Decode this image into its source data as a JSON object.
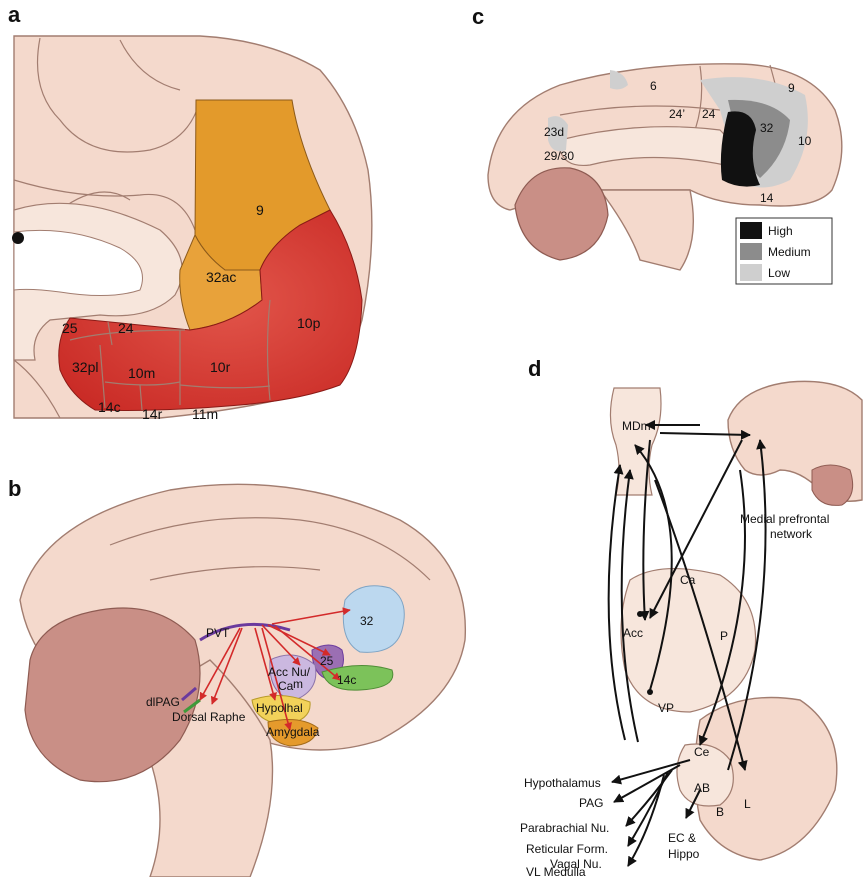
{
  "panels": {
    "a": {
      "label": "a",
      "regions": [
        "9",
        "32ac",
        "25",
        "24",
        "32pl",
        "10m",
        "10r",
        "10p",
        "14c",
        "14r",
        "11m"
      ]
    },
    "b": {
      "label": "b",
      "regions": {
        "pvt": "PVT",
        "r32": "32",
        "r25": "25",
        "r14c": "14c",
        "acc1": "Acc Nu/",
        "acc2": "m",
        "ca": "Ca",
        "hypothal": "Hypolhal",
        "amygdala": "Amygdala",
        "dlpag": "dlPAG",
        "raphe": "Dorsal Raphe"
      },
      "colors": {
        "arrows": "#d32a2a",
        "r32": "#bcd8ef",
        "r25": "#9b6fb3",
        "r14c": "#7cc25a",
        "hypothal": "#f2d25a",
        "amygdala": "#e59a2c",
        "accumbens": "#cbb8e0",
        "pvt": "#6a3a9e"
      }
    },
    "c": {
      "label": "c",
      "regions": {
        "r6": "6",
        "r9": "9",
        "r24p": "24’",
        "r24": "24",
        "r32": "32",
        "r23d": "23d",
        "r2930": "29/30",
        "r10": "10",
        "r14": "14"
      },
      "legend": [
        {
          "label": "High",
          "color": "#111111"
        },
        {
          "label": "Medium",
          "color": "#8c8c8c"
        },
        {
          "label": "Low",
          "color": "#cfcfcf"
        }
      ]
    },
    "d": {
      "label": "d",
      "regions": {
        "mdm": "MDm",
        "mpfc1": "Medial prefrontal",
        "mpfc2": "network",
        "ca": "Ca",
        "acc": "Acc",
        "p": "P",
        "vp": "VP",
        "ce": "Ce",
        "ab": "AB",
        "b": "B",
        "l": "L"
      },
      "targets": [
        "Hypothalamus",
        "PAG",
        "Parabrachial Nu.",
        "Reticular Form.",
        "Vagal Nu.",
        "VL Medulla"
      ],
      "ec1": "EC &",
      "ec2": "Hippo"
    }
  },
  "colors": {
    "area_9": "#e39a2b",
    "area_32ac": "#e8a23a",
    "area_red": "#d2352f",
    "brain_tissue": "#f4d9cc",
    "cerebellum": "#c98f86"
  }
}
